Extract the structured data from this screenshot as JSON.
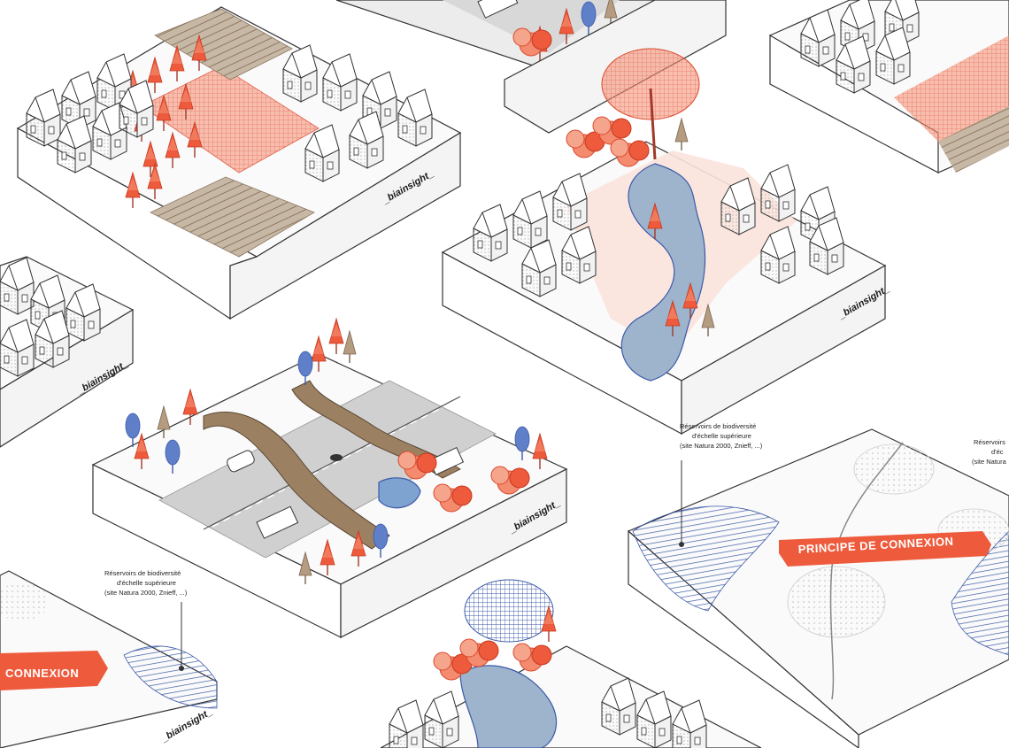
{
  "brand": {
    "logo_text": "_biainsight_"
  },
  "banners": {
    "principe": "PRINCIPE DE CONNEXION",
    "connexion_partial": "CONNEXION"
  },
  "annotations": {
    "reservoirs_line1": "Réservoirs de biodiversité",
    "reservoirs_line2": "d'échelle supérieure",
    "reservoirs_line3": "(site Natura 2000, Znieff, ...)",
    "reservoirs_partial_line1": "Réservoirs",
    "reservoirs_partial_line2": "d'éc",
    "reservoirs_partial_line3": "(site Natura"
  },
  "colors": {
    "accent_orange": "#ee5a3c",
    "river_blue": "#9db4cc",
    "reservoir_blue": "#3c5aa8",
    "soil_brown": "#a08a72",
    "road_grey": "#d0d0d0",
    "house_grey": "#e8e8e8",
    "outline": "#333333",
    "pink_ground": "#fbe3dc"
  }
}
